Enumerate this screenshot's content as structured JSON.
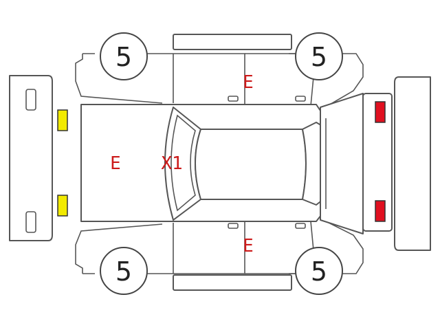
{
  "wheels": {
    "front_left": "5",
    "rear_left": "5",
    "front_right": "5",
    "rear_right": "5"
  },
  "marks": {
    "hood": "E",
    "windshield": "X1",
    "right_doors": "E",
    "left_doors": "E"
  },
  "lights": {
    "front_color": "#f2ea00",
    "rear_color": "#e01020"
  }
}
